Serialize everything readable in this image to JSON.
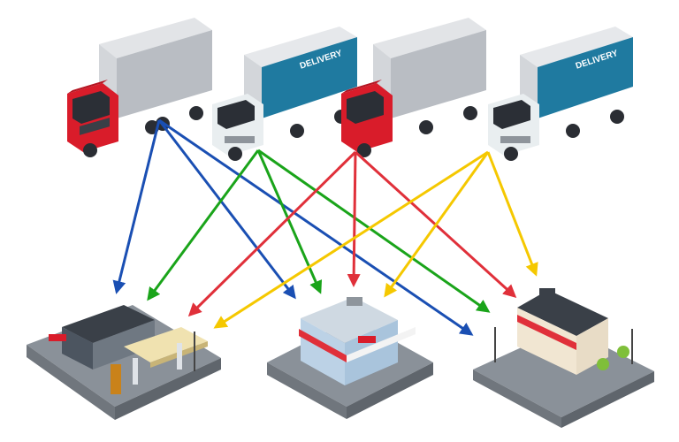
{
  "trucks": [
    {
      "id": "truck-red-1",
      "cab_color": "#d91c2a",
      "box_color": "#c9ccd1",
      "label": ""
    },
    {
      "id": "truck-blue-1",
      "cab_color": "#e9eef0",
      "box_color": "#1f7aa0",
      "label": "DELIVERY"
    },
    {
      "id": "truck-red-2",
      "cab_color": "#d91c2a",
      "box_color": "#c9ccd1",
      "label": ""
    },
    {
      "id": "truck-blue-2",
      "cab_color": "#e9eef0",
      "box_color": "#1f7aa0",
      "label": "DELIVERY"
    }
  ],
  "stores": [
    {
      "id": "gas-station",
      "type": "gas-station"
    },
    {
      "id": "minimarket",
      "type": "minimarket"
    },
    {
      "id": "shop",
      "type": "shop"
    }
  ],
  "arrow_colors": {
    "blue": "#1a4fb3",
    "green": "#1aa41a",
    "red": "#e0303a",
    "yellow": "#f5c800"
  },
  "routes": [
    {
      "from": "truck-red-1",
      "to": "gas-station",
      "color": "blue"
    },
    {
      "from": "truck-red-1",
      "to": "minimarket",
      "color": "blue"
    },
    {
      "from": "truck-red-1",
      "to": "shop",
      "color": "blue"
    },
    {
      "from": "truck-blue-1",
      "to": "gas-station",
      "color": "green"
    },
    {
      "from": "truck-blue-1",
      "to": "minimarket",
      "color": "green"
    },
    {
      "from": "truck-blue-1",
      "to": "shop",
      "color": "green"
    },
    {
      "from": "truck-red-2",
      "to": "gas-station",
      "color": "red"
    },
    {
      "from": "truck-red-2",
      "to": "minimarket",
      "color": "red"
    },
    {
      "from": "truck-red-2",
      "to": "shop",
      "color": "red"
    },
    {
      "from": "truck-blue-2",
      "to": "gas-station",
      "color": "yellow"
    },
    {
      "from": "truck-blue-2",
      "to": "minimarket",
      "color": "yellow"
    },
    {
      "from": "truck-blue-2",
      "to": "shop",
      "color": "yellow"
    }
  ]
}
